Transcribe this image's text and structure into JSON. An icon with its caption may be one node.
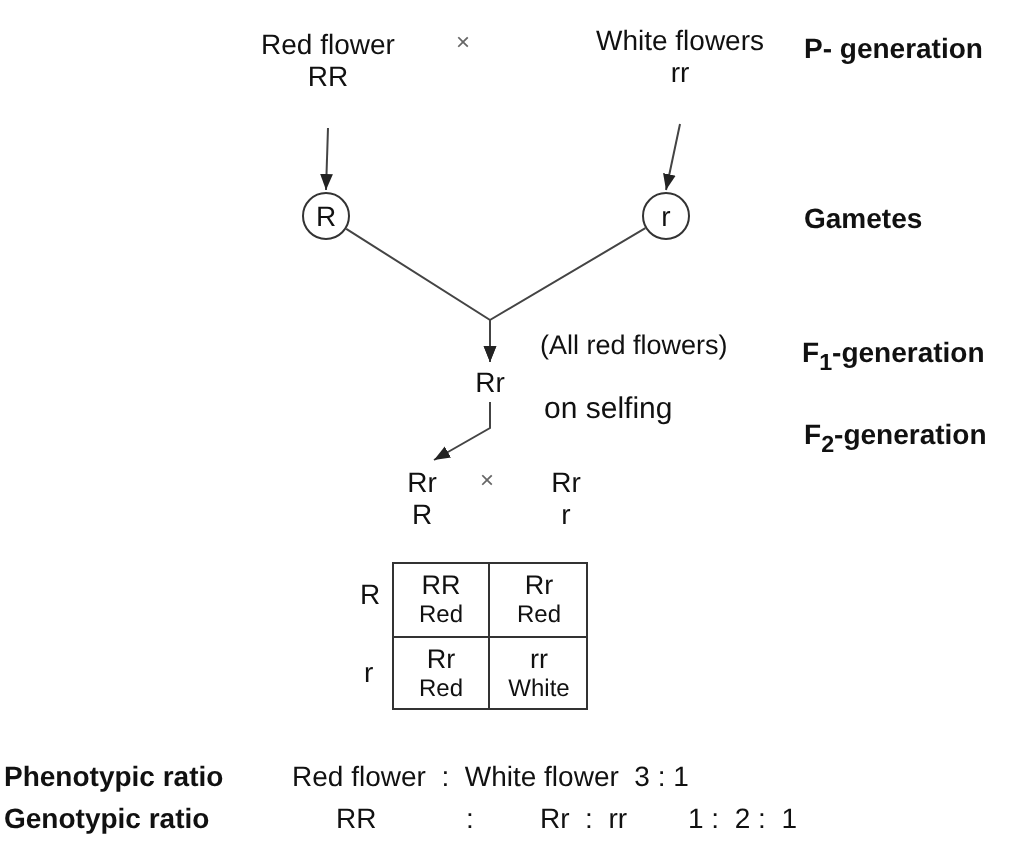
{
  "diagram": {
    "nodes": [
      {
        "text": [
          "Red flower",
          "RR"
        ]
      },
      {
        "text": [
          "White  flowers",
          "rr"
        ]
      },
      {
        "text": [
          "R"
        ]
      },
      {
        "text": [
          "r"
        ]
      },
      {
        "text": [
          "Rr"
        ]
      },
      {
        "text": [
          "Rr",
          "R"
        ]
      },
      {
        "text": [
          "Rr",
          "r"
        ]
      },
      {
        "text": [],
        "shape": "box"
      },
      {
        "text": [
          "RR",
          "Red"
        ],
        "in": 7
      },
      {
        "text": [
          "Rr",
          "Red"
        ],
        "in": 7
      },
      {
        "text": [
          "Rr",
          "Red"
        ],
        "in": 7
      },
      {
        "text": [
          "rr",
          "White"
        ],
        "in": 7
      }
    ],
    "edges": [
      {
        "from": 0,
        "to": 2,
        "arrow": "to"
      },
      {
        "from": 1,
        "to": 3,
        "arrow": "to"
      },
      {
        "from": 2,
        "to": 4,
        "arrow": "to"
      },
      {
        "from": 3,
        "to": 4,
        "arrow": "to"
      },
      {
        "from": 4,
        "to": 5,
        "arrow": "to"
      }
    ],
    "labels": [
      "×",
      "P- generation",
      "Gametes",
      "(All red flowers)",
      "F$_{1}$-generation",
      "on selfing",
      "F$_{2}$-generation",
      "×",
      "R",
      "r",
      "Phenotypic ratio",
      "Red flower  :  White flower  3 : 1",
      "Genotypic ratio",
      "RR",
      ":",
      "Rr  :  rr",
      "1 :  2 :  1"
    ]
  }
}
